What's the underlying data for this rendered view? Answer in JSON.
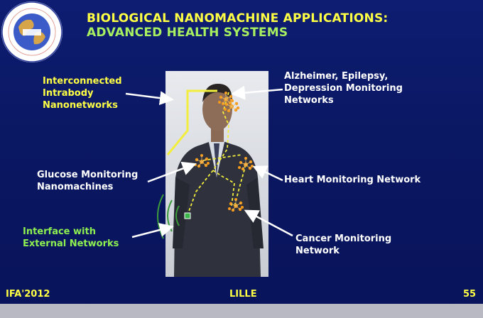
{
  "title": {
    "line1": "BIOLOGICAL NANOMACHINE APPLICATIONS:",
    "line2": "ADVANCED HEALTH SYSTEMS"
  },
  "labels": {
    "intrabody": "Interconnected\nIntrabody\nNanonetworks",
    "alzheimer": "Alzheimer, Epilepsy,\nDepression Monitoring\nNetworks",
    "glucose": "Glucose Monitoring\nNanomachines",
    "heart": "Heart Monitoring Network",
    "interface": "Interface with\nExternal Networks",
    "cancer": "Cancer Monitoring\nNetwork"
  },
  "footer": {
    "left": "IFA'2012",
    "center": "LILLE",
    "page": "55"
  },
  "colors": {
    "background": "#0b1760",
    "title_yellow": "#ffff44",
    "title_green": "#a8f060",
    "node_orange": "#f59a1a"
  }
}
